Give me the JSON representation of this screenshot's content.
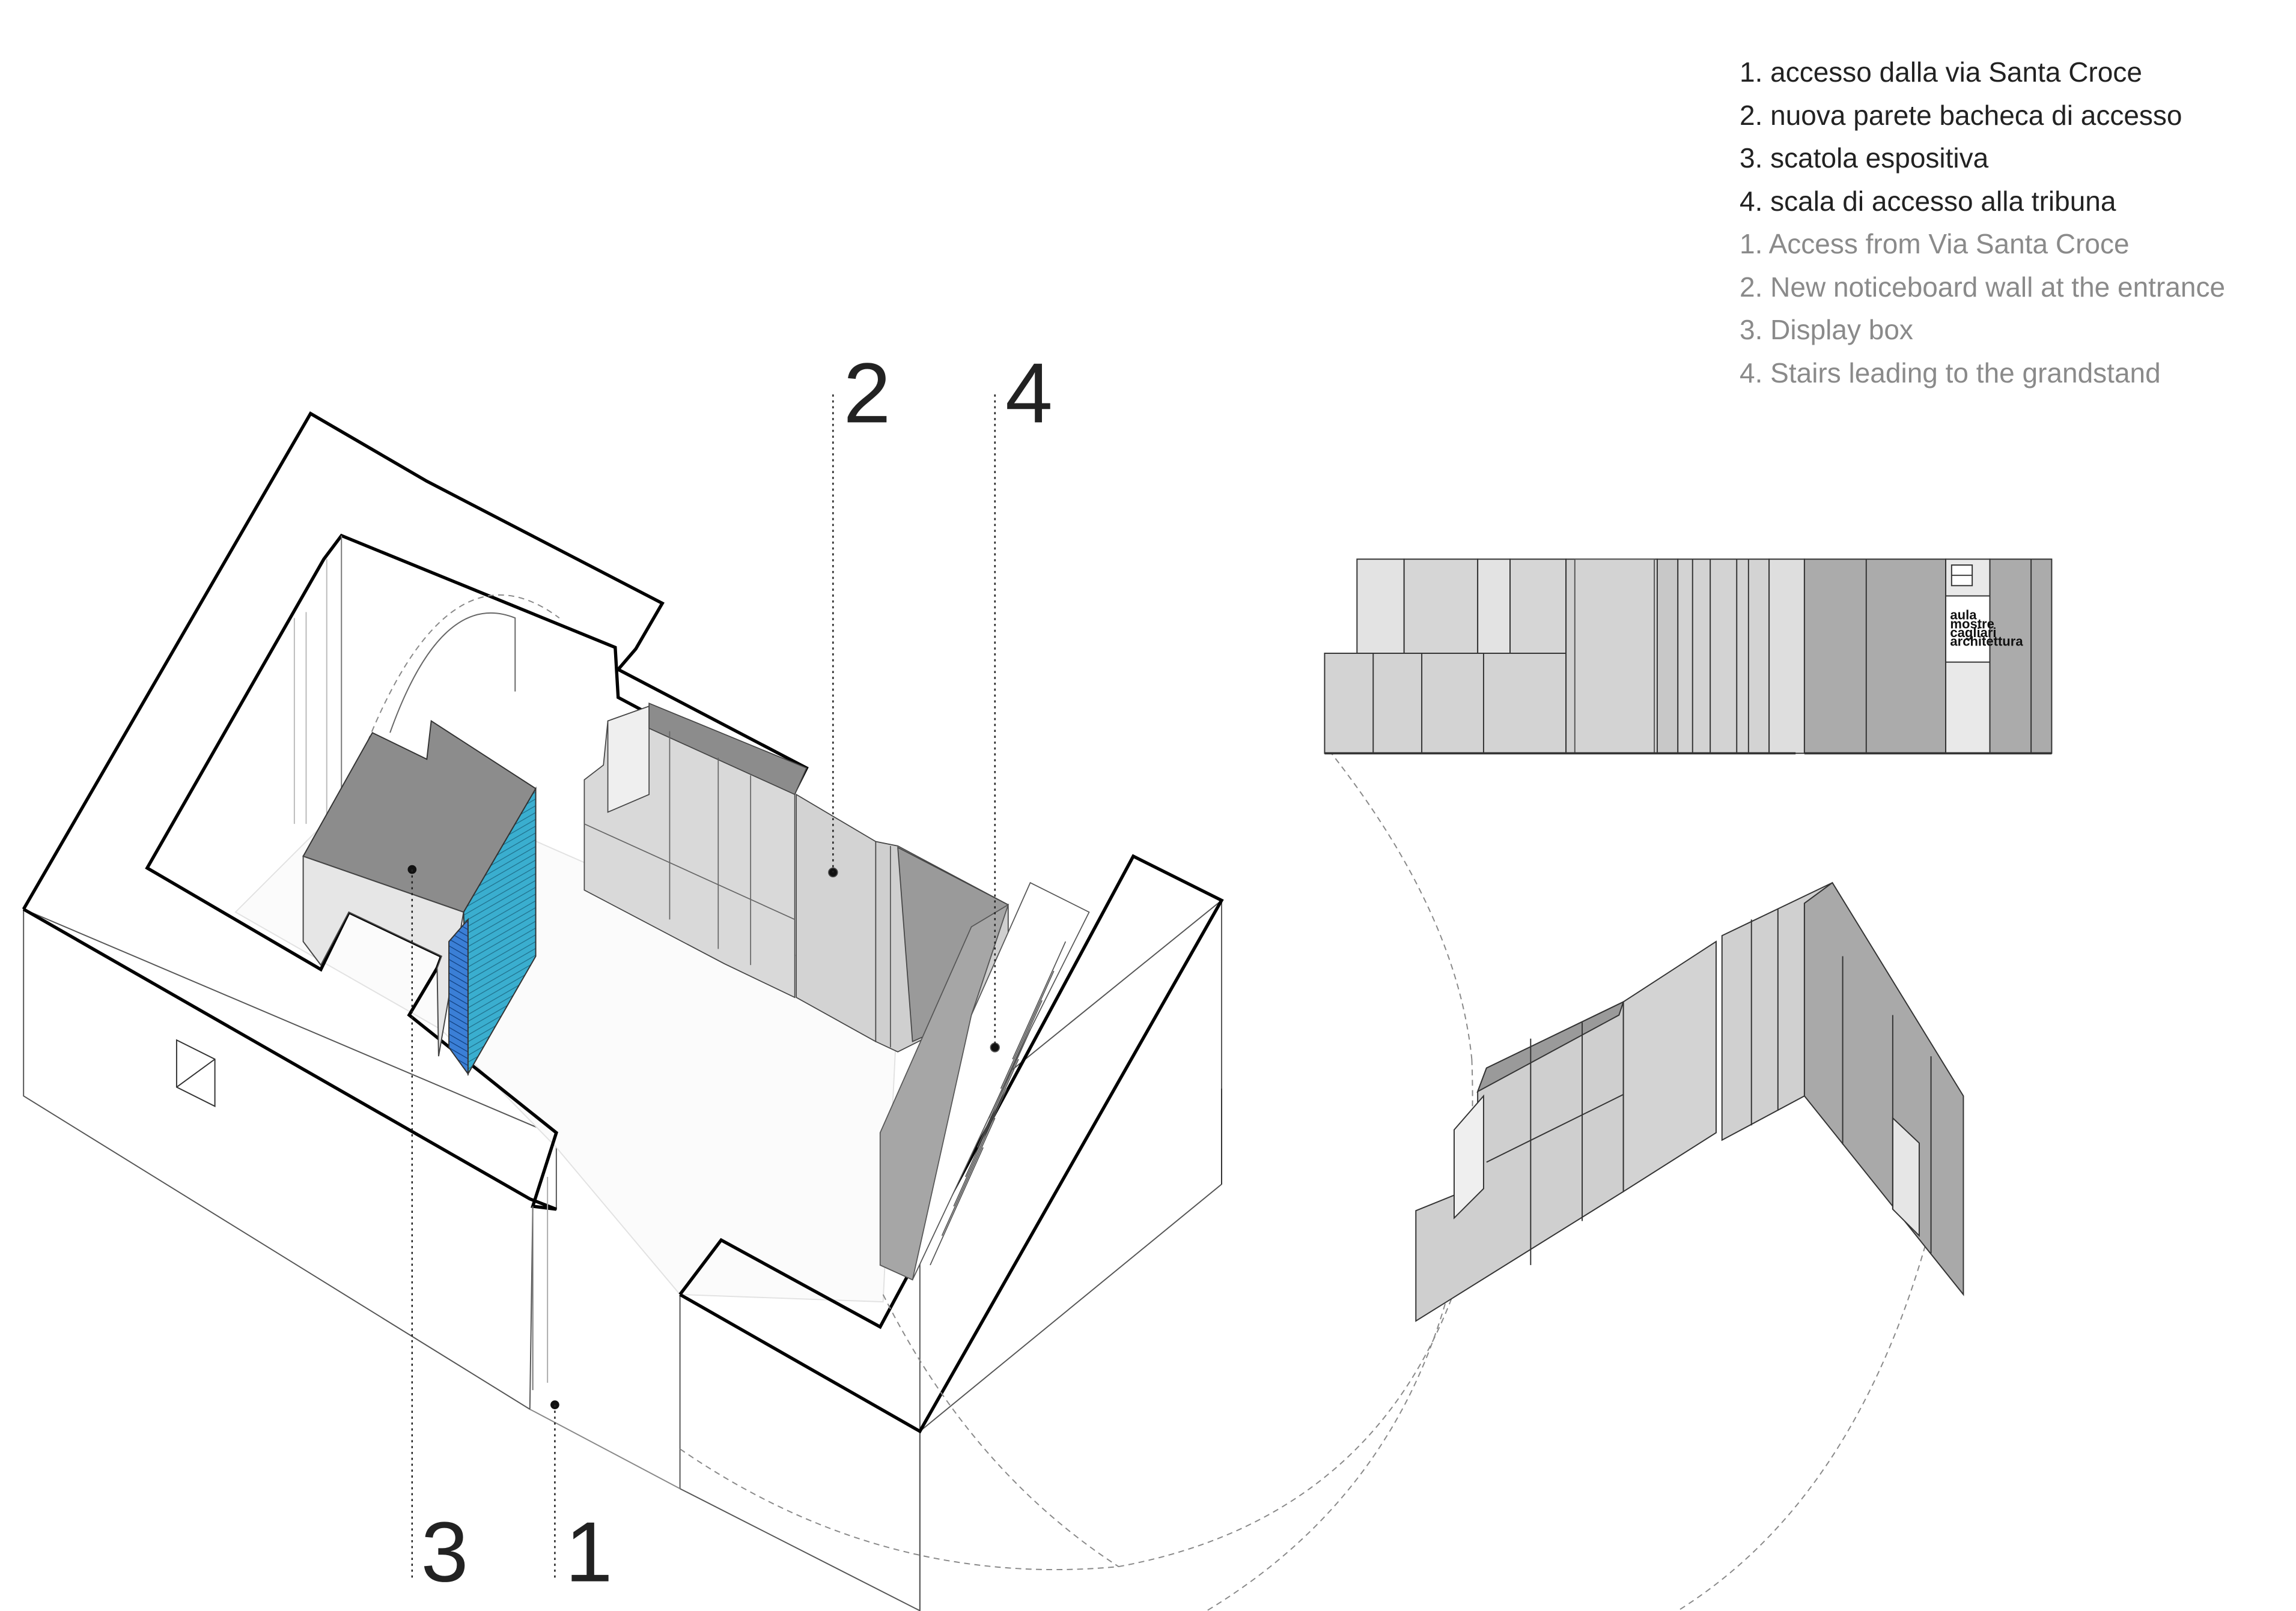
{
  "legend": {
    "italian": [
      "1. accesso dalla via Santa Croce",
      "2. nuova parete bacheca di accesso",
      "3. scatola espositiva",
      "4. scala di accesso alla tribuna"
    ],
    "english": [
      "1. Access from Via Santa Croce",
      "2. New noticeboard wall at the entrance",
      "3. Display box",
      "4. Stairs leading to the grandstand"
    ]
  },
  "callouts": {
    "c1": "1",
    "c2": "2",
    "c3": "3",
    "c4": "4"
  },
  "elevation_sign": {
    "l1": "aula",
    "l2": "mostre",
    "l3": "cagliari",
    "l4": "architettura"
  },
  "colors": {
    "display_box_accent": "#2fa4c4",
    "panel_light": "#d9d9d9",
    "panel_mid": "#bdbdbd",
    "panel_dark": "#9a9a9a"
  }
}
